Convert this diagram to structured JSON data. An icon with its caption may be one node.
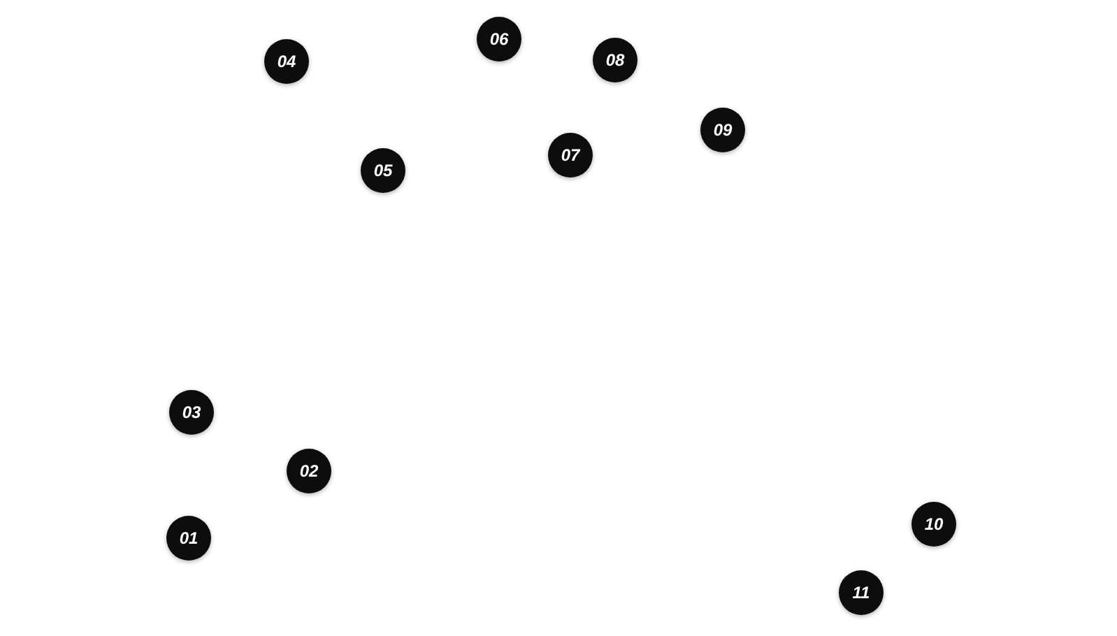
{
  "diagram": {
    "nodes": [
      {
        "text": [
          "01"
        ]
      },
      {
        "text": [
          "02"
        ]
      },
      {
        "text": [
          "03"
        ]
      },
      {
        "text": [
          "04"
        ]
      },
      {
        "text": [
          "05"
        ]
      },
      {
        "text": [
          "06"
        ]
      },
      {
        "text": [
          "07"
        ]
      },
      {
        "text": [
          "08"
        ]
      },
      {
        "text": [
          "09"
        ]
      },
      {
        "text": [
          "10"
        ]
      },
      {
        "text": [
          "11"
        ]
      }
    ]
  }
}
